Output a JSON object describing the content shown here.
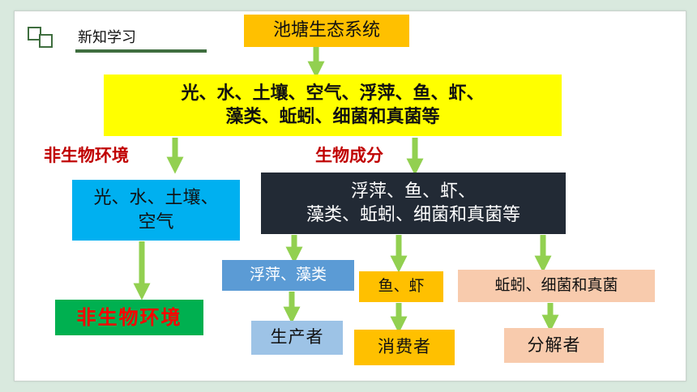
{
  "header": {
    "title": "新知学习"
  },
  "diagram": {
    "title": "池塘生态系统",
    "components": "光、水、土壤、空气、浮萍、鱼、虾、藻类、蚯蚓、细菌和真菌等",
    "components_line1": "光、水、土壤、空气、浮萍、鱼、虾、",
    "components_line2": "藻类、蚯蚓、细菌和真菌等",
    "nonbio_label": "非生物环境",
    "bio_label": "生物成分",
    "nonbio_items_line1": "光、水、土壤、",
    "nonbio_items_line2": "空气",
    "bio_items_line1": "浮萍、鱼、虾、",
    "bio_items_line2": "藻类、蚯蚓、细菌和真菌等",
    "nonbio_result": "非生物环境",
    "groups": [
      {
        "members": "浮萍、藻类",
        "role": "生产者"
      },
      {
        "members": "鱼、虾",
        "role": "消费者"
      },
      {
        "members": "蚯蚓、细菌和真菌",
        "role": "分解者"
      }
    ]
  },
  "colors": {
    "arrow": "#92d050",
    "title_box": "#ffc000",
    "components_box": "#ffff00",
    "nonbio_box": "#00b0f0",
    "bio_box": "#222a35",
    "label_red": "#c00000",
    "nonbio_result_box": "#00b050",
    "producer_box": "#5b9bd5",
    "consumer_box": "#ffc000",
    "decomposer_box": "#f8cbad"
  }
}
